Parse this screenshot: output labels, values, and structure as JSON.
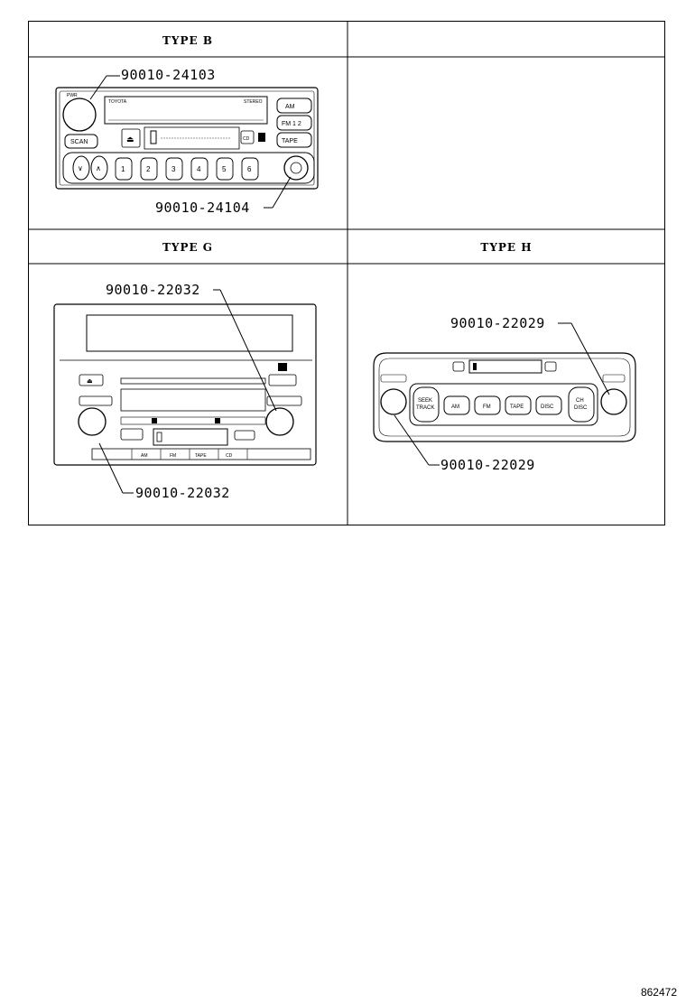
{
  "panels": [
    {
      "id": "type-b",
      "title": "TYPE B",
      "parts": [
        "90010-24103",
        "90010-24104"
      ]
    },
    {
      "id": "blank",
      "title": "",
      "parts": []
    },
    {
      "id": "type-g",
      "title": "TYPE G",
      "parts": [
        "90010-22032",
        "90010-22032"
      ]
    },
    {
      "id": "type-h",
      "title": "TYPE H",
      "parts": [
        "90010-22029",
        "90010-22029"
      ]
    }
  ],
  "radio_b": {
    "buttons": [
      "AM",
      "FM 1 2",
      "TAPE",
      "SCAN",
      "CD"
    ],
    "presets": [
      "1",
      "2",
      "3",
      "4",
      "5",
      "6"
    ]
  },
  "radio_g": {
    "buttons": [
      "AM",
      "FM",
      "TAPE",
      "CD"
    ]
  },
  "radio_h": {
    "buttons": [
      "AM",
      "FM",
      "TAPE",
      "DISC"
    ],
    "seek": [
      "SEEK",
      "TRACK"
    ],
    "ch": [
      "CH",
      "DISC"
    ]
  },
  "drawing_id": "862472"
}
